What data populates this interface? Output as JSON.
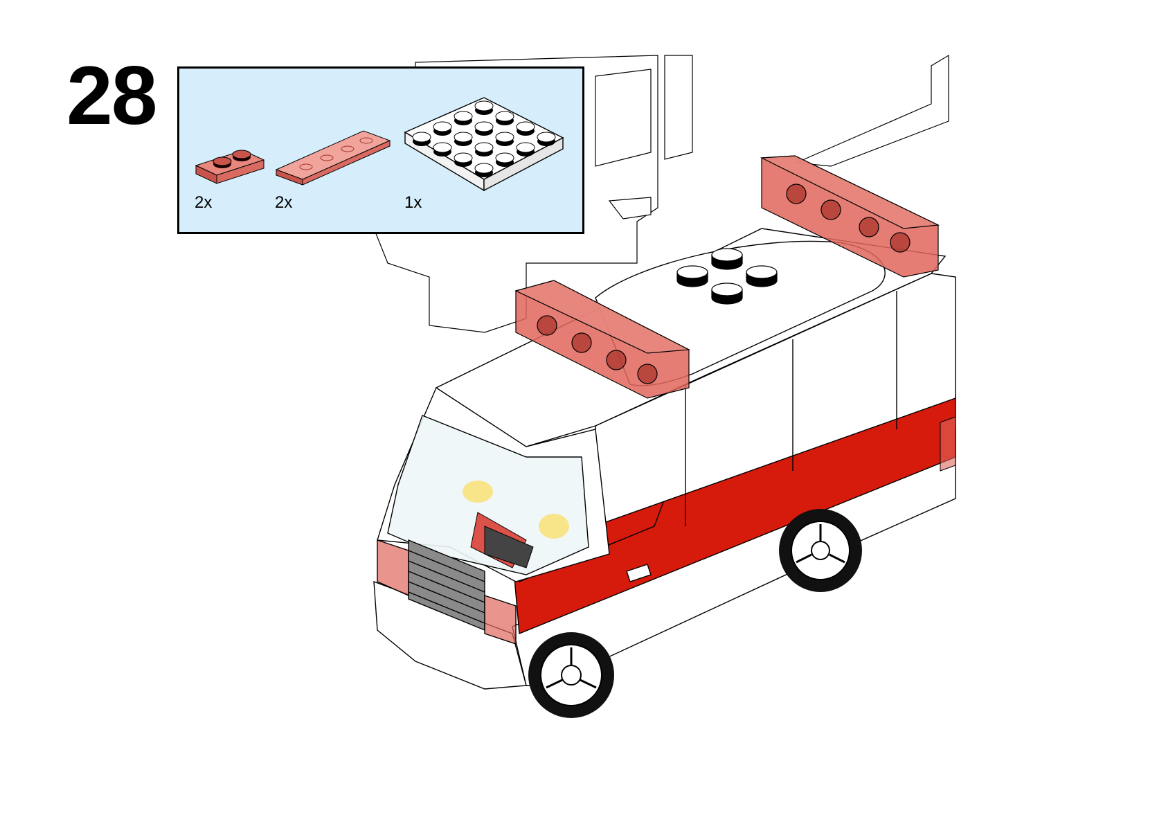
{
  "step": {
    "number": "28"
  },
  "parts_panel": {
    "background": "#d6eefb",
    "border": "#000000",
    "parts": [
      {
        "name": "trans-red-plate-1x2",
        "color": "#e0665c",
        "quantity": "2x"
      },
      {
        "name": "trans-red-tile-1x4",
        "color": "#e0665c",
        "quantity": "2x"
      },
      {
        "name": "white-plate-4x4",
        "color": "#ffffff",
        "quantity": "1x"
      }
    ]
  },
  "model": {
    "name": "ambulance",
    "colors": {
      "body": "#ffffff",
      "stripe": "#d61a0c",
      "lights": "#e0665c",
      "outline": "#000000",
      "glass": "#eef6f8",
      "figure": "#f8e58a"
    }
  }
}
